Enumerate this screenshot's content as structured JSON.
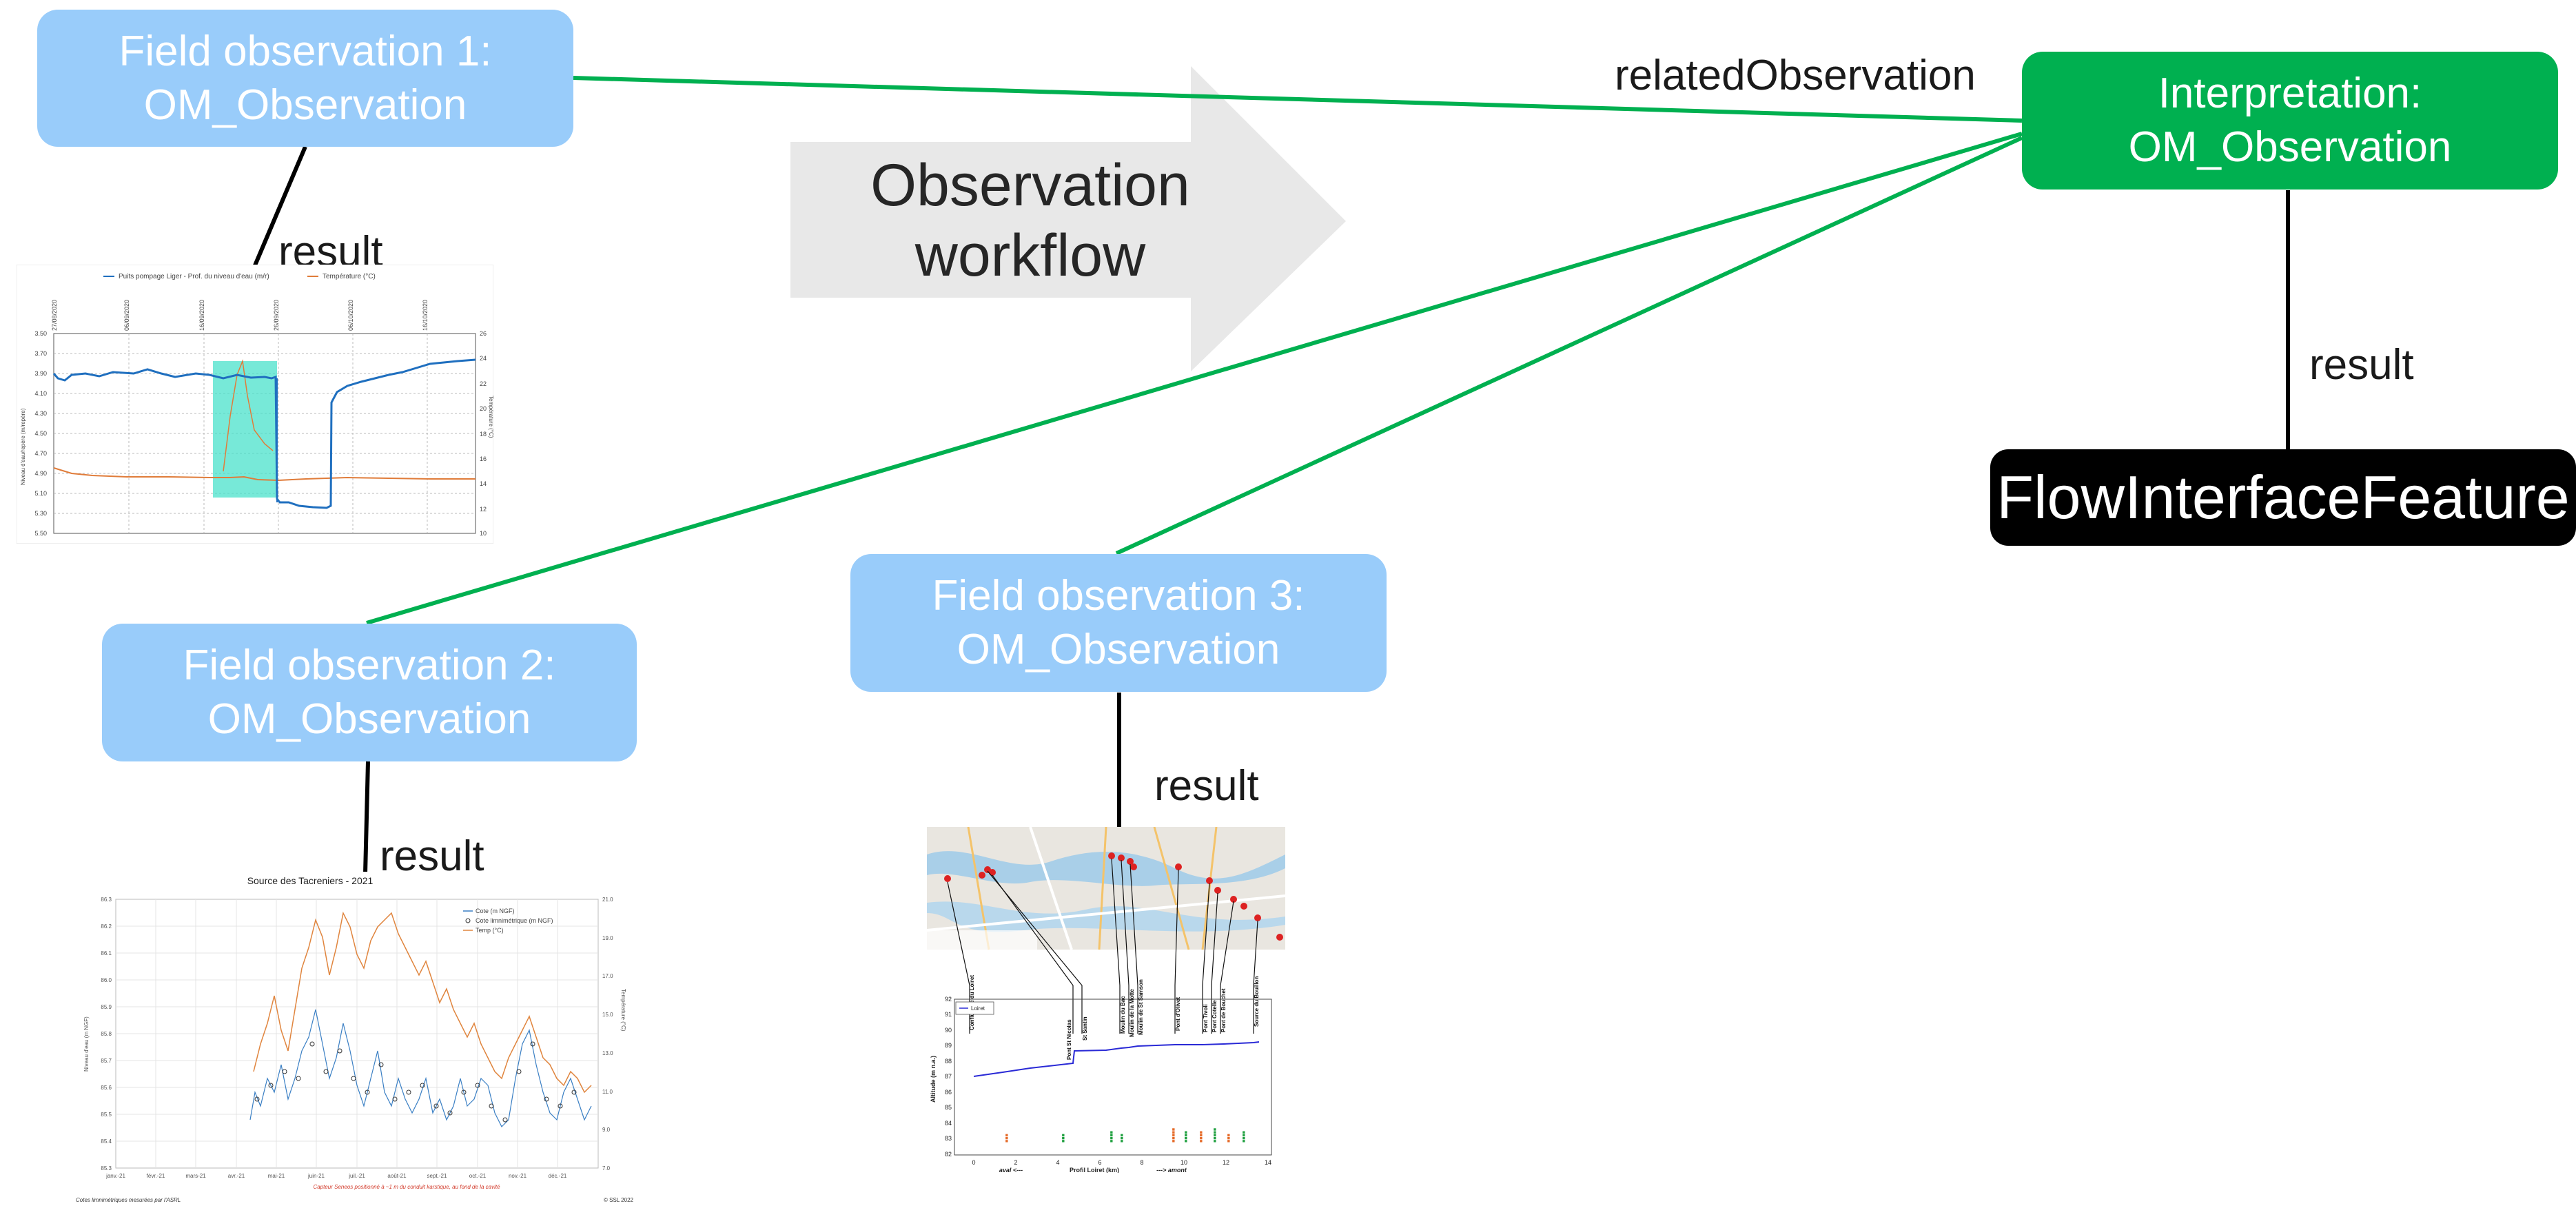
{
  "boxes": {
    "field1": {
      "line1": "Field observation 1:",
      "line2": "OM_Observation"
    },
    "field2": {
      "line1": "Field observation 2:",
      "line2": "OM_Observation"
    },
    "field3": {
      "line1": "Field observation 3:",
      "line2": "OM_Observation"
    },
    "interpretation": {
      "line1": "Interpretation:",
      "line2": "OM_Observation"
    },
    "feature": {
      "label": "FlowInterfaceFeature"
    }
  },
  "labels": {
    "related": "relatedObservation",
    "result": "result",
    "workflow_line1": "Observation",
    "workflow_line2": "workflow"
  },
  "colors": {
    "field_box": "#99ccfa",
    "interpretation_box": "#00b050",
    "feature_box": "#000000",
    "connector_green": "#00b050",
    "arrow_grey": "#e8e8e8"
  },
  "thumb1": {
    "legend1": "Puits pompage Liger - Prof. du niveau d'eau (m/r)",
    "legend2": "Température (°C)",
    "dates": [
      "27/08/2020",
      "06/09/2020",
      "16/09/2020",
      "26/09/2020",
      "06/10/2020",
      "16/10/2020"
    ],
    "left_ticks": [
      "3.50",
      "3.70",
      "3.90",
      "4.10",
      "4.30",
      "4.50",
      "4.70",
      "4.90",
      "5.10",
      "5.30",
      "5.50"
    ],
    "right_ticks": [
      "26",
      "24",
      "22",
      "20",
      "18",
      "16",
      "14",
      "12",
      "10"
    ],
    "ylabel_left": "Niveau d'eau/repère (m/repère)",
    "ylabel_right": "Température (°C)"
  },
  "thumb2": {
    "title": "Source des Tacreniers - 2021",
    "legend": [
      "Cote (m NGF)",
      "Cote limnimétrique (m NGF)",
      "Temp (°C)"
    ],
    "left_ticks": [
      "86.3",
      "86.2",
      "86.1",
      "86.0",
      "85.9",
      "85.8",
      "85.7",
      "85.6",
      "85.5",
      "85.4",
      "85.3"
    ],
    "right_ticks": [
      "21.0",
      "19.0",
      "17.0",
      "15.0",
      "13.0",
      "11.0",
      "9.0",
      "7.0"
    ],
    "months": [
      "janv.-21",
      "févr.-21",
      "mars-21",
      "avr.-21",
      "mai-21",
      "juin-21",
      "juil.-21",
      "août-21",
      "sept.-21",
      "oct.-21",
      "nov.-21",
      "déc.-21"
    ],
    "ylabel_left": "Niveau d'eau (m NGF)",
    "ylabel_right": "Température (°C)",
    "footnote_red": "Capteur Seneos positionné à ~1 m du conduit karstique, au fond de la cavité",
    "footnote_left": "Cotes limnimétriques mesurées par l'ASRL",
    "footnote_right": "© SSL 2022"
  },
  "thumb3": {
    "legend": "Loiret",
    "stations": [
      "Confluence du Loiret",
      "Pont St Nicolas",
      "St Santin",
      "Moulin du Bac",
      "Moulin de la Motte",
      "Moulin de St Samson",
      "Pont d'Olivet",
      "Pont Tivoli",
      "Pont Cotelle",
      "Pont de Bouchet",
      "Source du Bouillon"
    ],
    "y_ticks": [
      "92",
      "91",
      "90",
      "89",
      "88",
      "87",
      "86",
      "85",
      "84",
      "83",
      "82"
    ],
    "x_ticks": [
      "0",
      "2",
      "4",
      "6",
      "8",
      "10",
      "12",
      "14"
    ],
    "ylabel": "Altitude (m n.a.)",
    "xlabel": "Profil Loiret (km)",
    "xleft": "aval <---",
    "xright": "---> amont"
  }
}
